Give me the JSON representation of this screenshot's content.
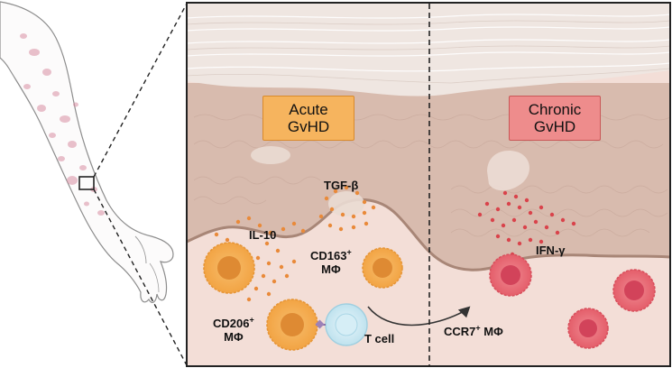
{
  "panel_labels": {
    "acute": [
      "Acute",
      "GvHD"
    ],
    "chronic": [
      "Chronic",
      "GvHD"
    ]
  },
  "cytokines": {
    "tgf": "TGF-β",
    "il10": "IL-10",
    "ifn": "IFN-γ"
  },
  "cells": {
    "cd163": {
      "main": "CD163",
      "sup": "+",
      "line2": "MΦ"
    },
    "cd206": {
      "main": "CD206",
      "sup": "+",
      "line2": "MΦ"
    },
    "tcell": "T cell",
    "ccr7": {
      "main": "CCR7",
      "sup": "+",
      "tail": " MΦ"
    }
  },
  "colors": {
    "acute_box_fill": "#F6B45E",
    "acute_box_border": "#D98A2B",
    "chronic_box_fill": "#EE8C8C",
    "chronic_box_border": "#C95757",
    "orange_dot": "#E98A3A",
    "red_dot": "#D9434B",
    "dermis": "#F3DED7",
    "epidermis": "#D8BBAE",
    "stratum_corneum": "#EFE6E1"
  },
  "icons": [
    "arm-illustration",
    "zoom-square-icon",
    "curved-arrow-icon"
  ]
}
